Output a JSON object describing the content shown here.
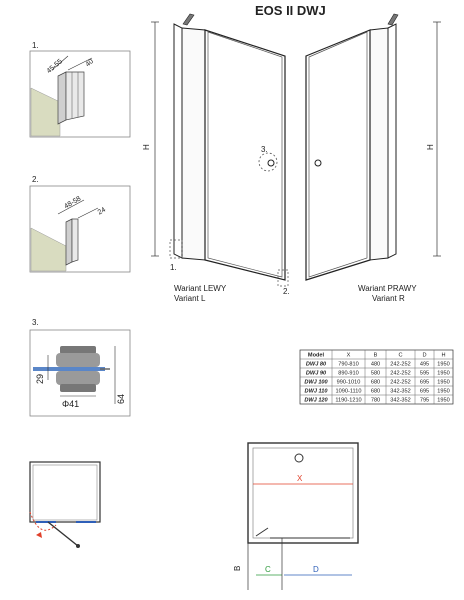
{
  "title": "EOS II DWJ",
  "details": {
    "d1": {
      "num": "1.",
      "dim_a": "45-55",
      "dim_b": "40"
    },
    "d2": {
      "num": "2.",
      "dim_a": "48-58",
      "dim_b": "24"
    },
    "d3": {
      "num": "3.",
      "dim_h1": "29",
      "dim_h2": "64",
      "dim_d": "Φ41"
    }
  },
  "main": {
    "h_label": "H",
    "callout_1": "1.",
    "callout_2": "2.",
    "callout_3": "3.",
    "left_variant_line1": "Wariant LEWY",
    "left_variant_line2": "Variant L",
    "right_variant_line1": "Wariant PRAWY",
    "right_variant_line2": "Variant R"
  },
  "table": {
    "headers": [
      "Model",
      "X",
      "B",
      "C",
      "D",
      "H"
    ],
    "rows": [
      [
        "DWJ 80",
        "790-810",
        "480",
        "242-252",
        "495",
        "1950"
      ],
      [
        "DWJ 90",
        "890-910",
        "580",
        "242-252",
        "595",
        "1950"
      ],
      [
        "DWJ 100",
        "990-1010",
        "680",
        "242-252",
        "695",
        "1950"
      ],
      [
        "DWJ 110",
        "1090-1110",
        "680",
        "342-352",
        "695",
        "1950"
      ],
      [
        "DWJ 120",
        "1190-1210",
        "780",
        "342-352",
        "795",
        "1950"
      ]
    ]
  },
  "plan": {
    "x": "X",
    "b": "B",
    "c": "C",
    "d": "D"
  },
  "colors": {
    "red": "#e0402a",
    "green": "#2e9a3c",
    "blue": "#2e5fb8"
  }
}
